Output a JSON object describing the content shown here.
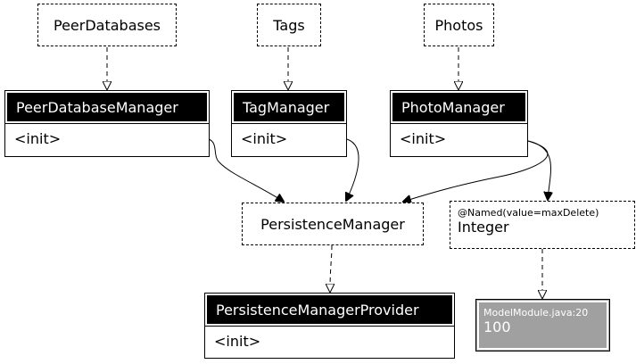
{
  "nodes": {
    "peer_databases": {
      "label": "PeerDatabases"
    },
    "tags": {
      "label": "Tags"
    },
    "photos": {
      "label": "Photos"
    },
    "peer_database_manager": {
      "title": "PeerDatabaseManager",
      "method": "<init>"
    },
    "tag_manager": {
      "title": "TagManager",
      "method": "<init>"
    },
    "photo_manager": {
      "title": "PhotoManager",
      "method": "<init>"
    },
    "persistence_manager": {
      "label": "PersistenceManager"
    },
    "named_integer": {
      "annotation": "@Named(value=maxDelete)",
      "type": "Integer"
    },
    "persistence_manager_provider": {
      "title": "PersistenceManagerProvider",
      "method": "<init>"
    },
    "model_module_value": {
      "source": "ModelModule.java:20",
      "value": "100"
    }
  },
  "edges": [
    {
      "from": "peer_databases",
      "to": "peer_database_manager",
      "style": "dashed",
      "arrow": "open-triangle"
    },
    {
      "from": "tags",
      "to": "tag_manager",
      "style": "dashed",
      "arrow": "open-triangle"
    },
    {
      "from": "photos",
      "to": "photo_manager",
      "style": "dashed",
      "arrow": "open-triangle"
    },
    {
      "from": "peer_database_manager",
      "to": "persistence_manager",
      "style": "solid",
      "arrow": "filled"
    },
    {
      "from": "tag_manager",
      "to": "persistence_manager",
      "style": "solid",
      "arrow": "filled"
    },
    {
      "from": "photo_manager",
      "to": "persistence_manager",
      "style": "solid",
      "arrow": "filled"
    },
    {
      "from": "photo_manager",
      "to": "named_integer",
      "style": "solid",
      "arrow": "filled"
    },
    {
      "from": "persistence_manager",
      "to": "persistence_manager_provider",
      "style": "dashed",
      "arrow": "open-triangle"
    },
    {
      "from": "named_integer",
      "to": "model_module_value",
      "style": "dashed",
      "arrow": "open-triangle"
    }
  ],
  "colors": {
    "header_bg": "#000000",
    "header_text": "#ffffff",
    "value_bg": "#a0a0a0",
    "line": "#000000"
  }
}
